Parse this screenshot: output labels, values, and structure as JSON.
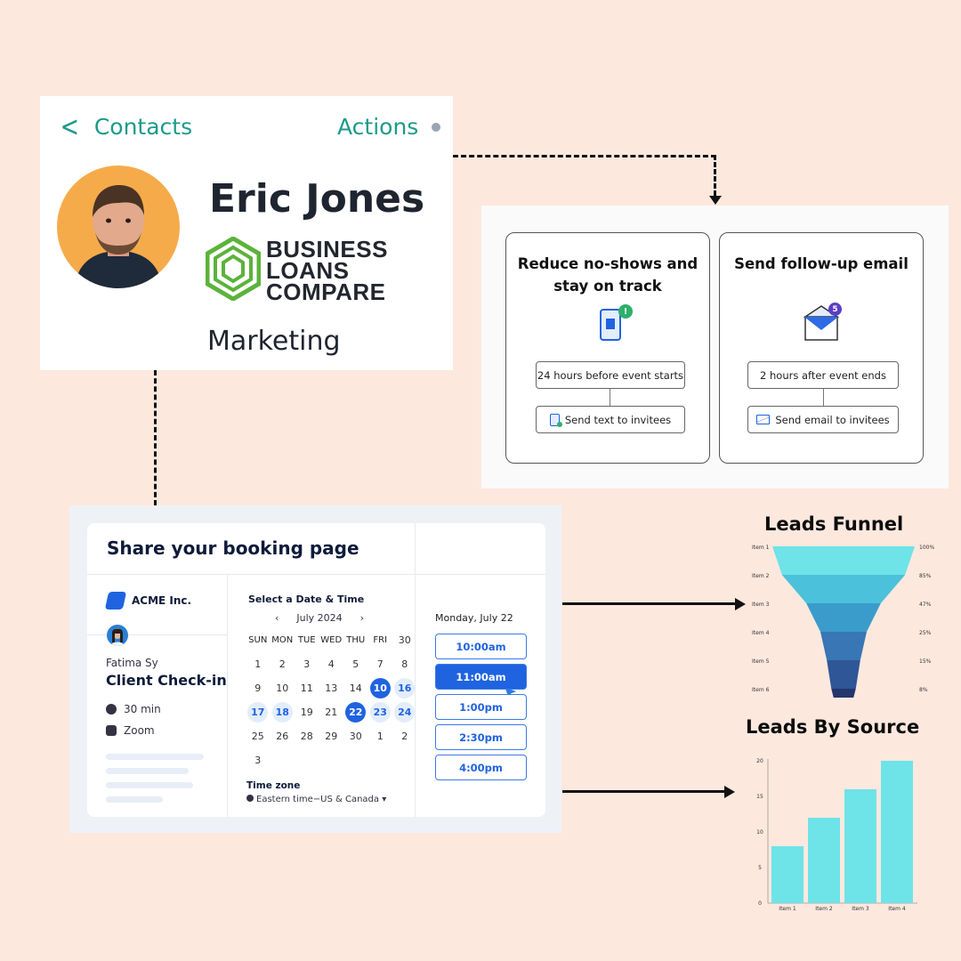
{
  "contact": {
    "back_label": "Contacts",
    "actions_label": "Actions",
    "name": "Eric Jones",
    "company_line1": "BUSINESS",
    "company_line2": "LOANS",
    "company_line3": "COMPARE",
    "department": "Marketing"
  },
  "workflows": [
    {
      "title": "Reduce no-shows and stay on track",
      "badge": "!",
      "trigger": "24 hours before event starts",
      "action": "Send text to invitees"
    },
    {
      "title": "Send follow-up email",
      "badge": "5",
      "trigger": "2 hours after event ends",
      "action": "Send email to invitees"
    }
  ],
  "booking": {
    "title": "Share your booking page",
    "org_name": "ACME Inc.",
    "host_name": "Fatima Sy",
    "event_name": "Client Check-in",
    "duration": "30 min",
    "location": "Zoom",
    "calendar_heading": "Select a Date & Time",
    "month_label": "July 2024",
    "prev_icon": "‹",
    "next_icon": "›",
    "weekdays": [
      "SUN",
      "MON",
      "TUE",
      "WED",
      "THU",
      "FRI"
    ],
    "weeks": [
      [
        "30",
        "1",
        "2",
        "3",
        "4",
        "5"
      ],
      [
        "7",
        "8",
        "9",
        "10",
        "11",
        "13"
      ],
      [
        "14",
        "10",
        "16",
        "17",
        "18",
        "19"
      ],
      [
        "21",
        "22",
        "23",
        "24",
        "25",
        "26"
      ],
      [
        "28",
        "29",
        "30",
        "1",
        "2",
        "3"
      ]
    ],
    "day_states": [
      [
        "",
        "",
        "",
        "",
        "",
        ""
      ],
      [
        "",
        "",
        "",
        "",
        "",
        ""
      ],
      [
        "",
        "selected",
        "available",
        "available",
        "available",
        ""
      ],
      [
        "",
        "selected",
        "available",
        "available",
        "",
        ""
      ],
      [
        "",
        "",
        "",
        "",
        "",
        ""
      ]
    ],
    "timezone_label": "Time zone",
    "timezone_value": "Eastern time−US & Canada ▾",
    "selected_date": "Monday, July 22",
    "slots": [
      "10:00am",
      "11:00am",
      "1:00pm",
      "2:30pm",
      "4:00pm"
    ],
    "selected_slot": "11:00am"
  },
  "colors": {
    "teal": "#1d9a8a",
    "brand_green": "#5bb33b",
    "booking_blue": "#1f63e0",
    "chart_cyan": "#6ee3e8"
  },
  "chart_data": [
    {
      "type": "bar",
      "chart_style": "funnel",
      "title": "Leads Funnel",
      "categories": [
        "Item 1",
        "Item 2",
        "Item 3",
        "Item 4",
        "Item 5",
        "Item 6"
      ],
      "values": [
        100,
        85,
        47,
        25,
        15,
        8
      ],
      "value_labels": [
        "100%",
        "85%",
        "47%",
        "25%",
        "15%",
        "8%"
      ],
      "colors": [
        "#6ee3e8",
        "#4cc1dc",
        "#3a9ccb",
        "#3876b5",
        "#2f5696",
        "#25356e"
      ]
    },
    {
      "type": "bar",
      "title": "Leads By Source",
      "categories": [
        "Item 1",
        "Item 2",
        "Item 3",
        "Item 4"
      ],
      "values": [
        8,
        12,
        16,
        20
      ],
      "yticks": [
        0,
        5,
        10,
        15,
        20
      ],
      "ylim": [
        0,
        20
      ],
      "color": "#6ee3e8"
    }
  ]
}
